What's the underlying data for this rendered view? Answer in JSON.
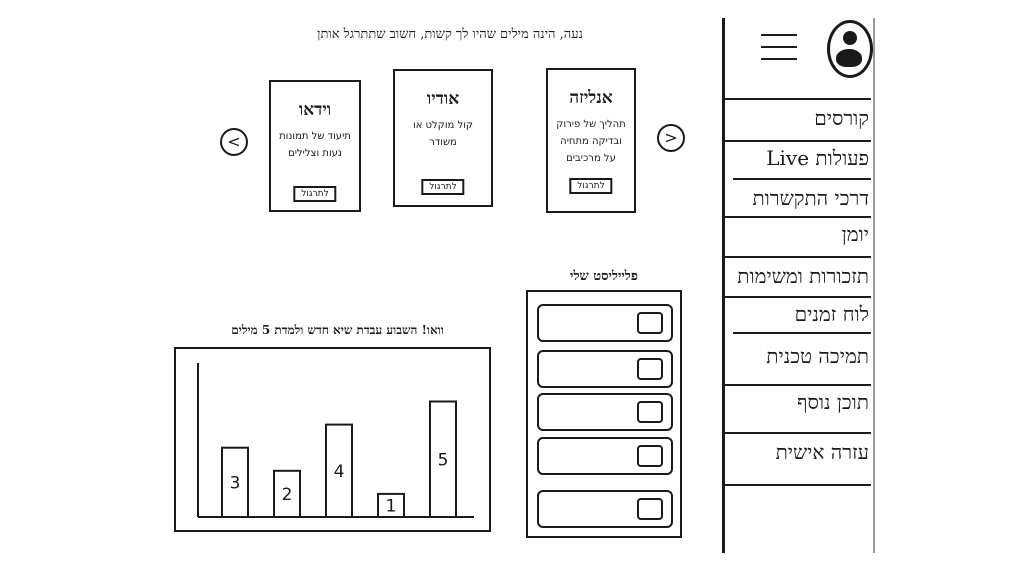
{
  "header": {
    "headline": "נעה, הינה מילים שהיו לך קשות, חשוב שתתרגל אותן"
  },
  "cards": [
    {
      "title": "אנליזה",
      "description": "תהליך של פירוק ובדיקה מתחיה על מרכיבים",
      "button_label": "לתרגול"
    },
    {
      "title": "אודיו",
      "description": "קול מוקלט או משודר",
      "button_label": "לתרגול"
    },
    {
      "title": "וידאו",
      "description": "תיעוד של תמונות נעות וצלילים",
      "button_label": "לתרגול"
    }
  ],
  "nav_arrows": {
    "right_icon": "chevron-right-icon",
    "left_icon": "chevron-left-icon"
  },
  "chart_title": "וואו! השבוע עבדת שיא חדש ולמדת 5 מילים",
  "chart_data": {
    "type": "bar",
    "categories": [
      "",
      "",
      "",
      "",
      ""
    ],
    "values": [
      3,
      2,
      4,
      1,
      5
    ],
    "title": "וואו! השבוע עבדת שיא חדש ולמדת 5 מילים",
    "xlabel": "",
    "ylabel": "",
    "ylim": [
      0,
      6
    ],
    "value_labels": [
      "3",
      "2",
      "4",
      "1",
      "5"
    ]
  },
  "playlist": {
    "title": "פלייליסט שלי",
    "item_count": 5
  },
  "sidebar": {
    "items": [
      {
        "label": "קורסים"
      },
      {
        "label": "פעולות Live"
      },
      {
        "label": "דרכי התקשרות"
      },
      {
        "label": "יומן"
      },
      {
        "label": "תזכורות ומשימות"
      },
      {
        "label": "לוח זמנים"
      },
      {
        "label": "תמיכה טכנית"
      },
      {
        "label": "תוכן נוסף"
      },
      {
        "label": "עזרה אישית"
      }
    ]
  },
  "icons": {
    "menu": "hamburger-menu-icon",
    "profile": "user-avatar-icon"
  }
}
